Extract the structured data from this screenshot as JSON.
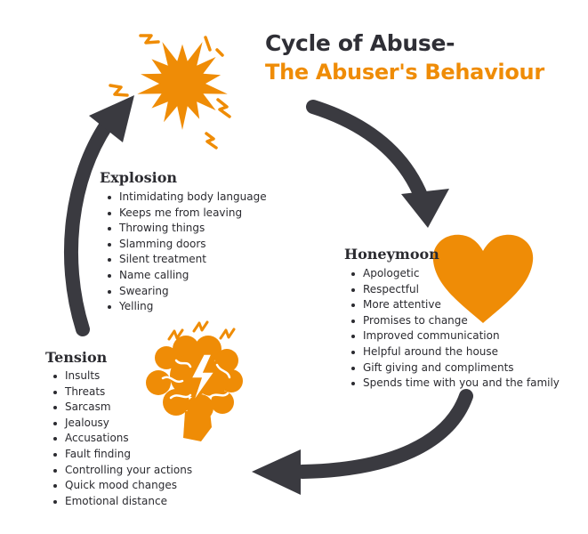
{
  "title": {
    "line1": "Cycle of Abuse-",
    "line2": "The Abuser's Behaviour"
  },
  "colors": {
    "accent": "#ef8c06",
    "dark": "#3a3a40",
    "text": "#2b2b30"
  },
  "icons": [
    "explosion-star-icon",
    "heart-icon",
    "brain-lightning-icon"
  ],
  "stages": {
    "explosion": {
      "heading": "Explosion",
      "items": [
        "Intimidating body language",
        "Keeps me from leaving",
        "Throwing things",
        "Slamming doors",
        "Silent treatment",
        "Name calling",
        "Swearing",
        "Yelling"
      ]
    },
    "honeymoon": {
      "heading": "Honeymoon",
      "items": [
        "Apologetic",
        "Respectful",
        "More attentive",
        "Promises to change",
        "Improved communication",
        "Helpful around the house",
        "Gift giving and compliments",
        "Spends time with you and the family"
      ]
    },
    "tension": {
      "heading": "Tension",
      "items": [
        "Insults",
        "Threats",
        "Sarcasm",
        "Jealousy",
        "Accusations",
        "Fault finding",
        "Controlling your actions",
        "Quick mood changes",
        "Emotional distance"
      ]
    }
  }
}
